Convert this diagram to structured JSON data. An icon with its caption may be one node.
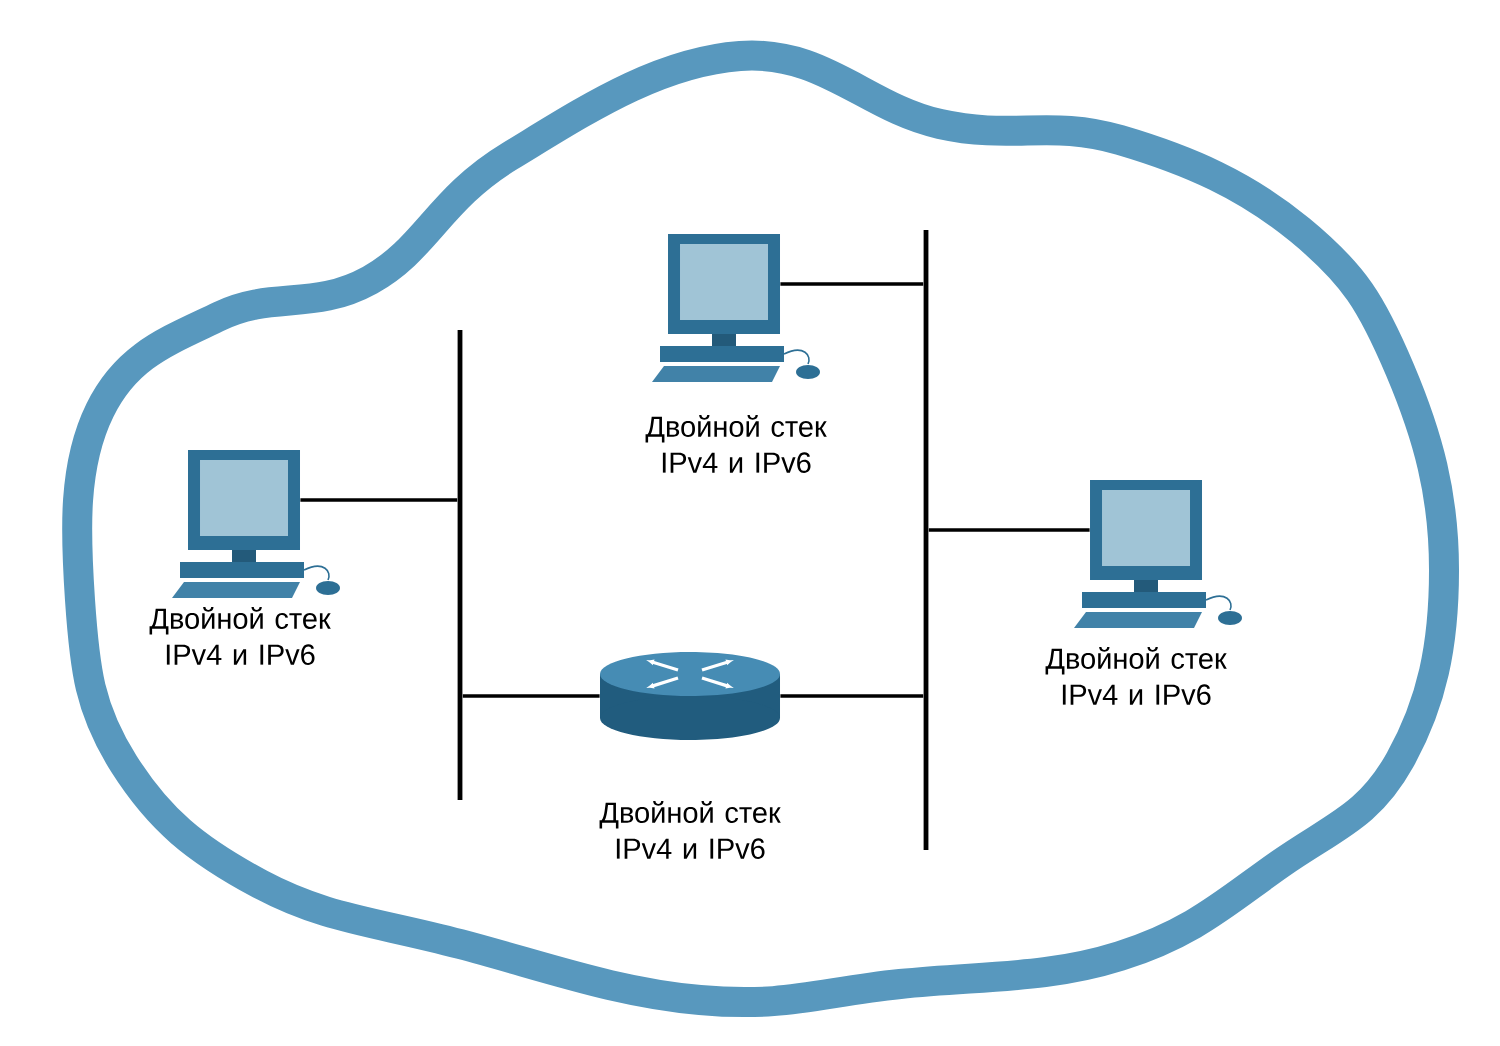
{
  "diagram": {
    "nodes": [
      {
        "text": [],
        "shape": "computer",
        "beside": [
          "Двойной стек IPv4 и IPv6"
        ]
      },
      {
        "text": [],
        "shape": "computer",
        "beside": [
          "Двойной стек IPv4 и IPv6"
        ]
      },
      {
        "text": [],
        "shape": "computer",
        "beside": [
          "Двойной стек IPv4 и IPv6"
        ]
      },
      {
        "text": [],
        "shape": "router",
        "beside": [
          "Двойной стек IPv4 и IPv6"
        ]
      },
      {
        "text": [],
        "shape": "bar"
      },
      {
        "text": [],
        "shape": "bar"
      }
    ],
    "edges": [
      {
        "from": 0,
        "to": 4,
        "arrow": "none"
      },
      {
        "from": 3,
        "to": 4,
        "arrow": "none"
      },
      {
        "from": 3,
        "to": 5,
        "arrow": "none"
      },
      {
        "from": 1,
        "to": 5,
        "arrow": "none"
      },
      {
        "from": 2,
        "to": 5,
        "arrow": "none"
      }
    ]
  }
}
